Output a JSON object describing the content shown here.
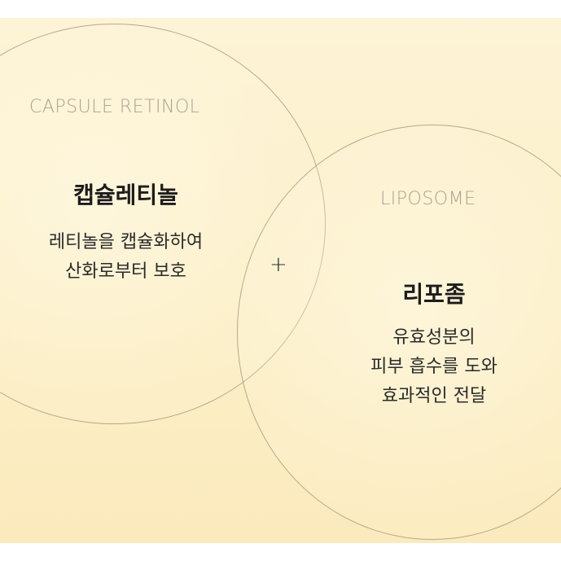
{
  "left": {
    "english_label": "CAPSULE RETINOL",
    "title": "캡슐레티놀",
    "description_lines": [
      "레티놀을 캡슐화하여",
      "산화로부터 보호"
    ]
  },
  "center": {
    "symbol": "+"
  },
  "right": {
    "english_label": "LIPOSOME",
    "title": "리포좀",
    "description_lines": [
      "유효성분의",
      "피부 흡수를 도와",
      "효과적인 전달"
    ]
  },
  "colors": {
    "background": "#fcf0c9",
    "circle_stroke": "#b7a88a",
    "english_text": "#a8a293",
    "title_text": "#1c1c1c"
  }
}
